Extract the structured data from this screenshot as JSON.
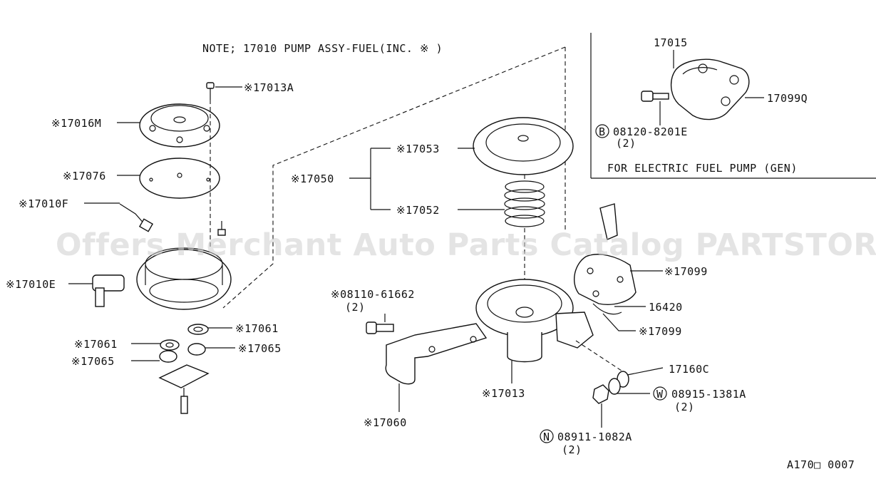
{
  "note": "NOTE; 17010 PUMP ASSY-FUEL(INC. ※ )",
  "inset_caption": "FOR ELECTRIC FUEL PUMP (GEN)",
  "watermark": "Offers Merchant Auto Parts Catalog PARTSTORE.SA",
  "diagram_code": "A170□ 0007",
  "labels": {
    "p17013A": "※17013A",
    "p17016M": "※17016M",
    "p17076": "※17076",
    "p17010F": "※17010F",
    "p17010E": "※17010E",
    "p17061_right": "※17061",
    "p17061_left": "※17061",
    "p17065_right": "※17065",
    "p17065_left": "※17065",
    "p17053": "※17053",
    "p17050": "※17050",
    "p17052": "※17052",
    "p08110": "※08110-61662",
    "p08110_qty": "(2)",
    "p17060": "※17060",
    "p17013": "※17013",
    "p17099_top": "※17099",
    "p16420": "16420",
    "p17099_bottom": "※17099",
    "p17160C": "17160C",
    "p08915_prefix": "W",
    "p08915": "08915-1381A",
    "p08915_qty": "(2)",
    "p08911_prefix": "N",
    "p08911": "08911-1082A",
    "p08911_qty": "(2)",
    "p17015": "17015",
    "p17099Q": "17099Q",
    "p08120_prefix": "B",
    "p08120": "08120-8201E",
    "p08120_qty": "(2)"
  }
}
